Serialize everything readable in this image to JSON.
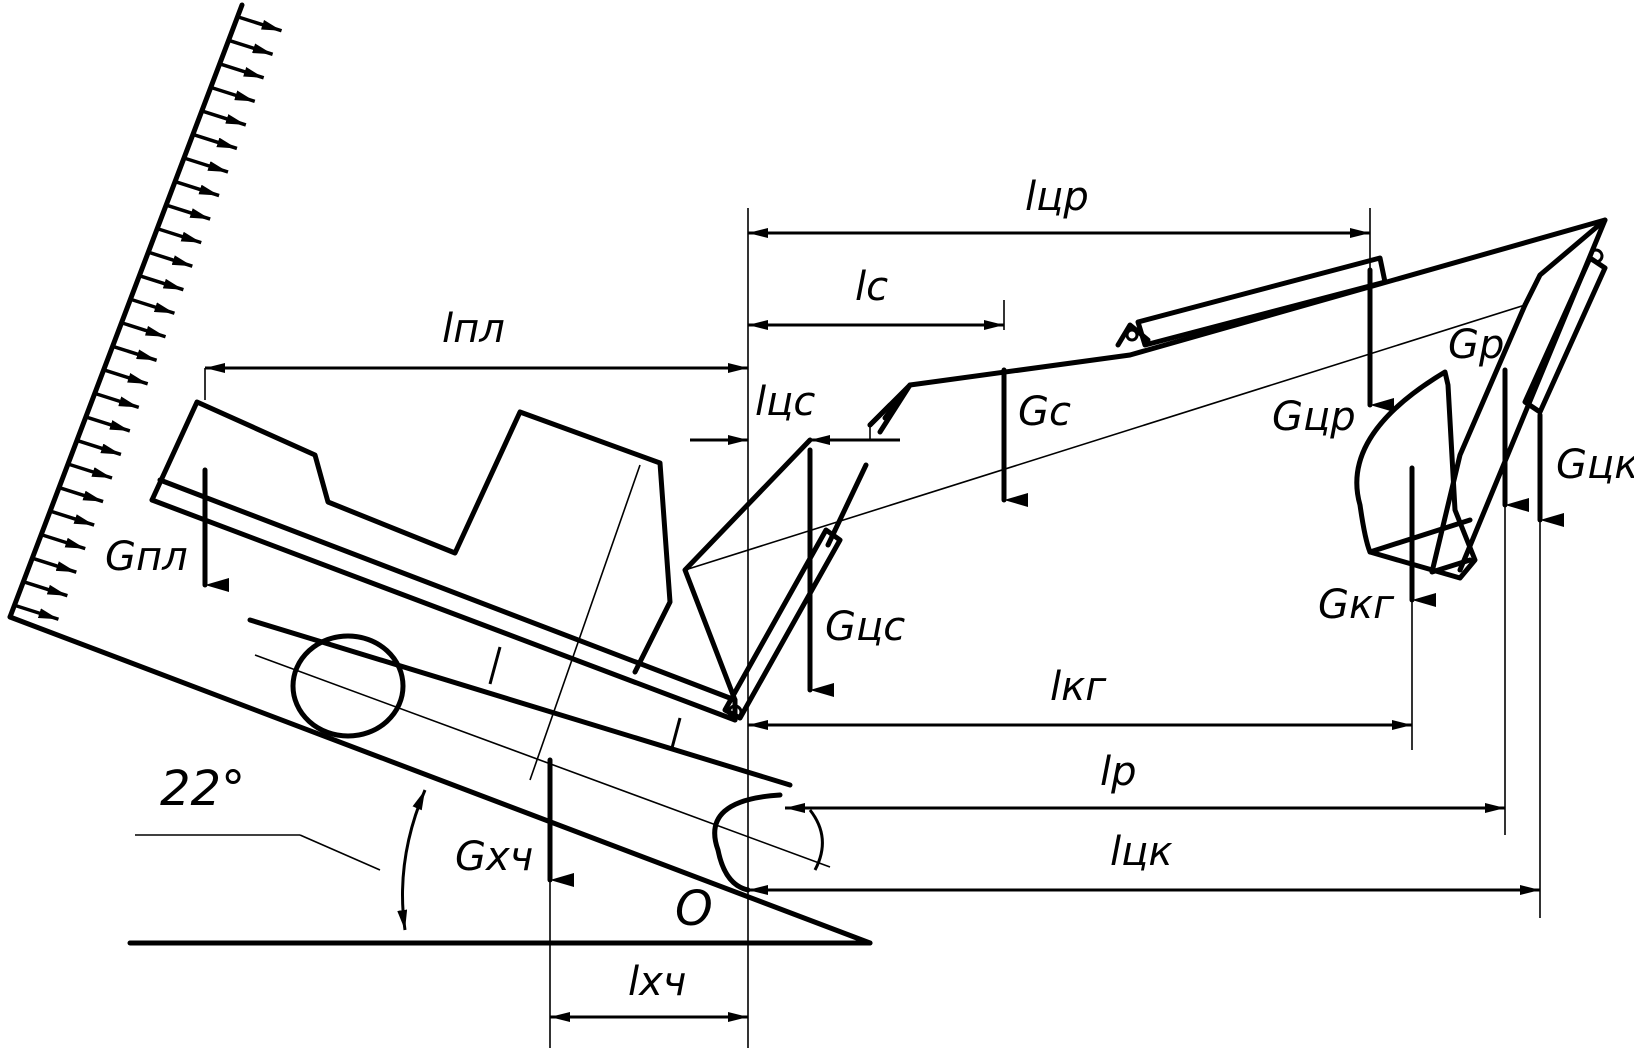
{
  "diagram": {
    "angle_label": "22°",
    "origin_label": "O",
    "forces": {
      "g_pl": "Gпл",
      "g_xch": "Gхч",
      "g_cs": "Gцс",
      "g_c": "Gс",
      "g_cr": "Gцр",
      "g_r": "Gр",
      "g_kg": "Gкг",
      "g_ck": "Gцк"
    },
    "lengths": {
      "l_pl": "lпл",
      "l_cr": "lцр",
      "l_c": "lс",
      "l_cs": "lцс",
      "l_kg": "lкг",
      "l_r": "lр",
      "l_ck": "lцк",
      "l_xch": "lхч"
    }
  }
}
